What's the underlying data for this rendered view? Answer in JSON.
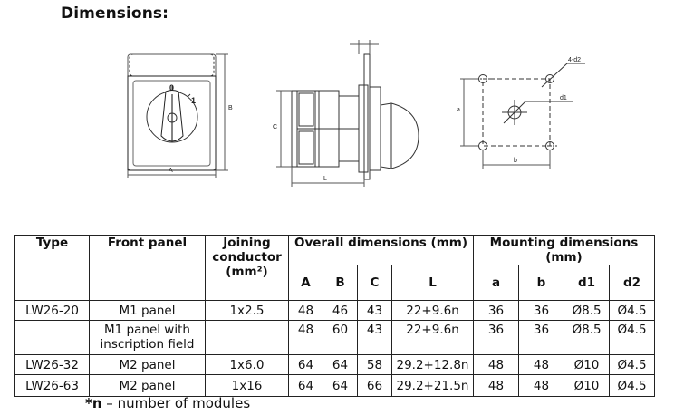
{
  "page": {
    "heading": "Dimensions:"
  },
  "drawing_labels": {
    "front_width": "A",
    "front_height": "B",
    "side_height": "C",
    "side_length": "L",
    "dial_zero": "0",
    "dial_one": "1",
    "mount_height": "a",
    "mount_width": "b",
    "mount_hole_note": "4-d2",
    "mount_center_hole": "d1"
  },
  "table": {
    "headers": {
      "type": "Type",
      "front_panel": "Front panel",
      "joining_line1": "Joining",
      "joining_line2": "conductor",
      "joining_line3": "(mm²)",
      "overall": "Overall dimensions (mm)",
      "mounting": "Mounting dimensions (mm)",
      "A": "A",
      "B": "B",
      "C": "C",
      "L": "L",
      "a": "a",
      "b": "b",
      "d1": "d1",
      "d2": "d2"
    },
    "rows": [
      {
        "type": "LW26-20",
        "front_panel": "M1 panel",
        "front_panel_2": "",
        "joining": "1x2.5",
        "A": "48",
        "B": "46",
        "C": "43",
        "L": "22+9.6n",
        "a": "36",
        "b": "36",
        "d1": "Ø8.5",
        "d2": "Ø4.5"
      },
      {
        "type": "",
        "front_panel": "M1 panel with",
        "front_panel_2": "inscription field",
        "joining": "",
        "A": "48",
        "B": "60",
        "C": "43",
        "L": "22+9.6n",
        "a": "36",
        "b": "36",
        "d1": "Ø8.5",
        "d2": "Ø4.5"
      },
      {
        "type": "LW26-32",
        "front_panel": "M2 panel",
        "front_panel_2": "",
        "joining": "1x6.0",
        "A": "64",
        "B": "64",
        "C": "58",
        "L": "29.2+12.8n",
        "a": "48",
        "b": "48",
        "d1": "Ø10",
        "d2": "Ø4.5"
      },
      {
        "type": "LW26-63",
        "front_panel": "M2 panel",
        "front_panel_2": "",
        "joining": "1x16",
        "A": "64",
        "B": "64",
        "C": "66",
        "L": "29.2+21.5n",
        "a": "48",
        "b": "48",
        "d1": "Ø10",
        "d2": "Ø4.5"
      }
    ]
  },
  "footnote": {
    "key": "*n",
    "text": " – number of modules"
  }
}
